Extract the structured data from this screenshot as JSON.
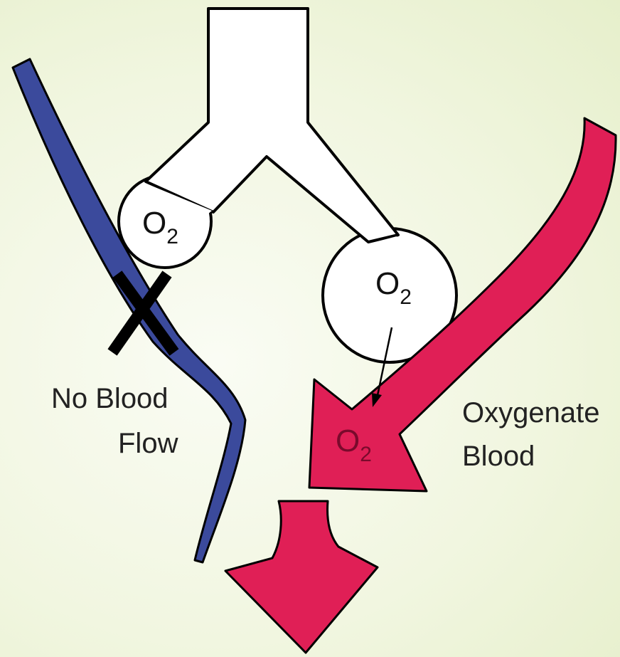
{
  "labels": {
    "o2_left": "O",
    "o2_left_sub": "2",
    "o2_right": "O",
    "o2_right_sub": "2",
    "o2_blood": "O",
    "o2_blood_sub": "2",
    "no_blood_line1": "No Blood",
    "no_blood_line2": "Flow",
    "oxygenated_line1": "Oxygenate",
    "oxygenated_line2": "Blood"
  },
  "colors": {
    "airway_fill": "#ffffff",
    "deoxygenated_vessel": "#3b4a9c",
    "oxygenated_vessel": "#e01f56",
    "outline": "#000000",
    "background": "#f1f6e0"
  }
}
